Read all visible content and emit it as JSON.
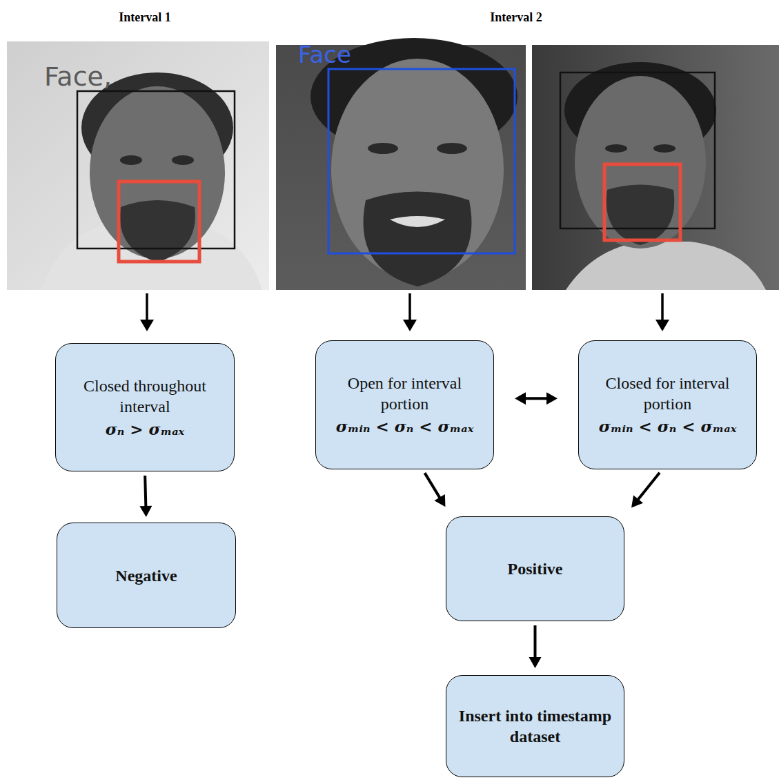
{
  "diagram": {
    "nodes": [
      {
        "text": [
          "Closed throughout interval",
          "σₙ > σₘₐₓ"
        ]
      },
      {
        "text": [
          "Negative"
        ]
      },
      {
        "text": [
          "Open for interval portion",
          "σₘᵢₙ < σₙ < σₘₐₓ"
        ]
      },
      {
        "text": [
          "Closed for interval portion",
          "σₘᵢₙ < σₙ < σₘₐₓ"
        ]
      },
      {
        "text": [
          "Positive"
        ]
      },
      {
        "text": [
          "Insert into timestamp dataset"
        ]
      }
    ],
    "edges": [
      {
        "from": 0,
        "to": 1,
        "arrow": "to"
      },
      {
        "from": 2,
        "to": 3,
        "arrow": "both"
      },
      {
        "from": 2,
        "to": 4,
        "arrow": "to"
      },
      {
        "from": 3,
        "to": 4,
        "arrow": "to"
      },
      {
        "from": 4,
        "to": 5,
        "arrow": "to"
      }
    ],
    "labels": [
      "Interval 1",
      "Interval 2",
      "Face,",
      "Face"
    ]
  }
}
